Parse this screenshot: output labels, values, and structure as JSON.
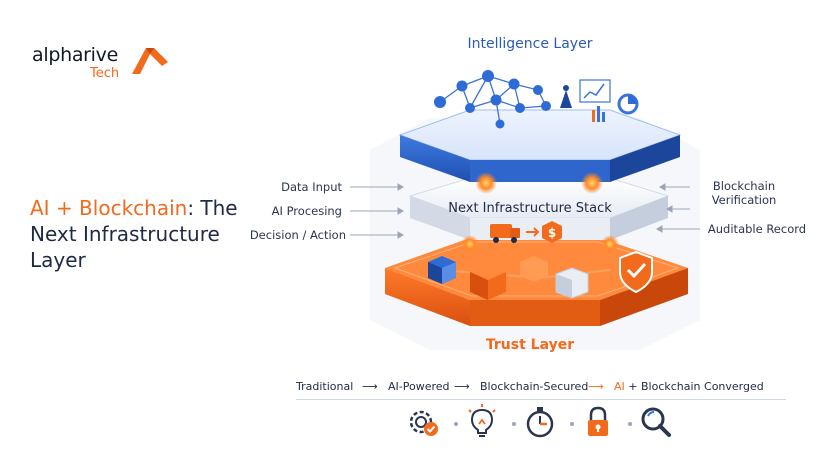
{
  "brand": {
    "name": "alpharive",
    "sub": "Tech"
  },
  "headline": {
    "highlight": "AI + Blockchain",
    "rest": ": The Next Infrastructure Layer"
  },
  "diagram": {
    "top_layer_title": "Intelligence Layer",
    "middle_layer_title": "Next Infrastructure Stack",
    "bottom_layer_title": "Trust Layer",
    "left_labels": [
      "Data Input",
      "AI Procesing",
      "Decision / Action"
    ],
    "right_labels": {
      "verification_line1": "Blockchain",
      "verification_line2": "Verification",
      "record": "Auditable Record"
    }
  },
  "evolution": {
    "step1": "Traditional",
    "step2": "AI-Powered",
    "step3": "Blockchain-Secured",
    "step4_highlight": "AI",
    "step4_rest": " + Blockchain Converged"
  },
  "icons": [
    "gear-check-icon",
    "lightbulb-icon",
    "stopwatch-icon",
    "padlock-icon",
    "magnifier-icon"
  ],
  "colors": {
    "accent_orange": "#f26a1b",
    "intel_blue": "#2a5bb8",
    "text_dark": "#1f2a44"
  }
}
